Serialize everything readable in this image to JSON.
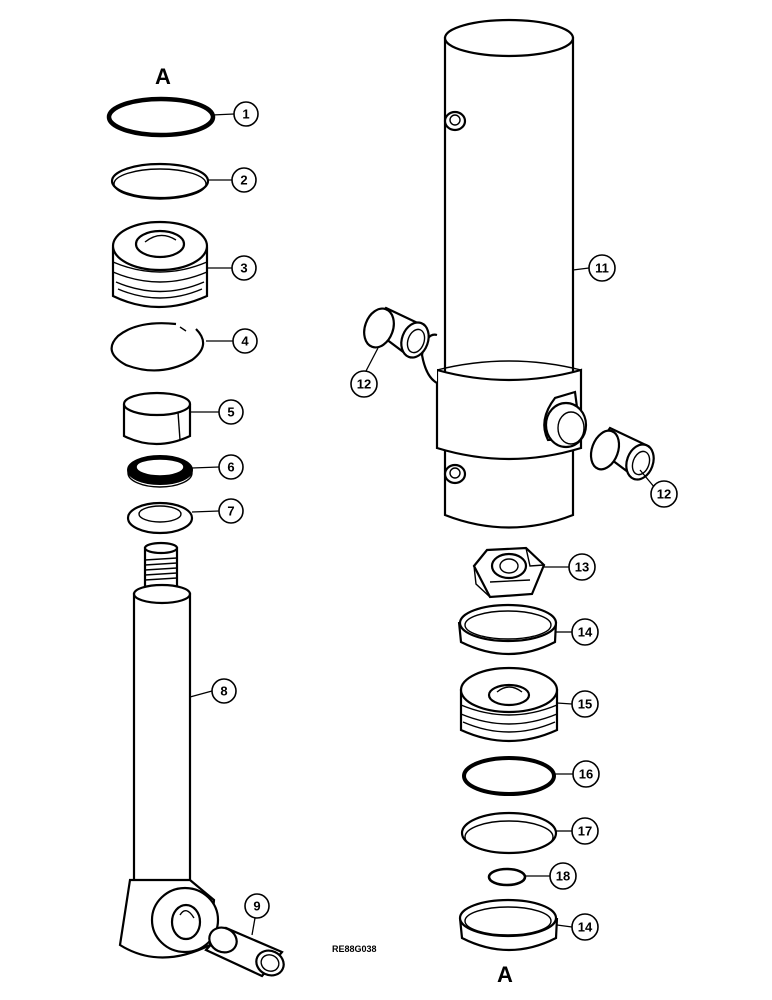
{
  "diagram": {
    "section_mark_top": "A",
    "section_mark_bottom": "A",
    "reference_code": "RE88G038",
    "callouts": [
      {
        "id": 1,
        "text": "1"
      },
      {
        "id": 2,
        "text": "2"
      },
      {
        "id": 3,
        "text": "3"
      },
      {
        "id": 4,
        "text": "4"
      },
      {
        "id": 5,
        "text": "5"
      },
      {
        "id": 6,
        "text": "6"
      },
      {
        "id": 7,
        "text": "7"
      },
      {
        "id": 8,
        "text": "8"
      },
      {
        "id": 9,
        "text": "9"
      },
      {
        "id": 11,
        "text": "11"
      },
      {
        "id": 12,
        "text": "12"
      },
      {
        "id": 13,
        "text": "13"
      },
      {
        "id": 14,
        "text": "14"
      },
      {
        "id": 15,
        "text": "15"
      },
      {
        "id": 16,
        "text": "16"
      },
      {
        "id": 17,
        "text": "17"
      },
      {
        "id": 18,
        "text": "18"
      }
    ]
  }
}
